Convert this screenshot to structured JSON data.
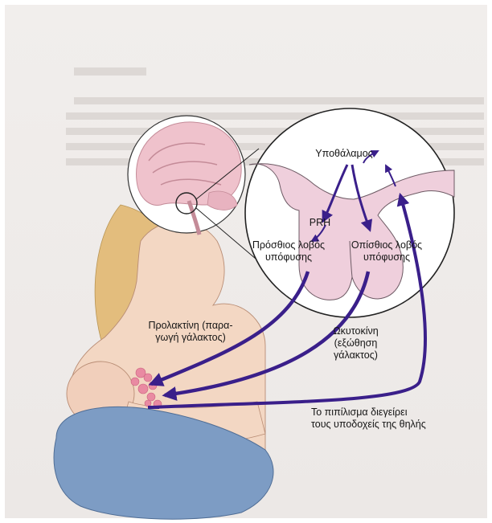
{
  "labels": {
    "hypothalamus": "Υποθάλαμος",
    "prh": "PRH",
    "anterior_pituitary_line1": "Πρόσθιος λοβός",
    "anterior_pituitary_line2": "υπόφυσης",
    "posterior_pituitary_line1": "Οπίσθιος λοβός",
    "posterior_pituitary_line2": "υπόφυσης",
    "prolactin_line1": "Προλακτίνη (παρα-",
    "prolactin_line2": "γωγή γάλακτος)",
    "oxytocin_line1": "Ωκυτοκίνη",
    "oxytocin_line2": "(εξώθηση",
    "oxytocin_line3": "γάλακτος)",
    "suckling_line1": "Το πιπίλισμα διεγείρει",
    "suckling_line2": "τους υποδοχείς της θηλής"
  },
  "colors": {
    "arrow": "#3a1f8a",
    "pituitary": "#efcfdc",
    "skin": "#f3d7c3",
    "hair": "#e3bd7d",
    "blanket": "#7d9cc4",
    "brain": "#efc2cc"
  }
}
